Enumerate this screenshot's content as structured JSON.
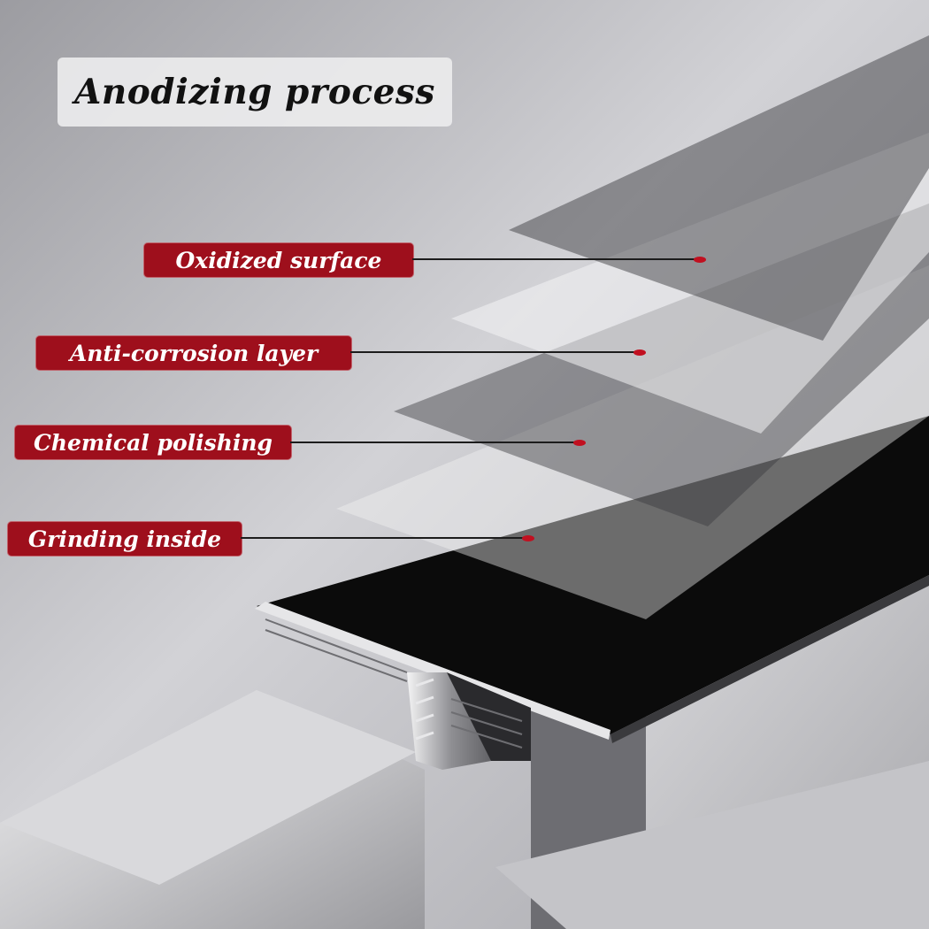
{
  "title": "Anodizing process",
  "layers": [
    {
      "label": "Oxidized surface"
    },
    {
      "label": "Anti-corrosion layer"
    },
    {
      "label": "Chemical polishing"
    },
    {
      "label": "Grinding inside"
    }
  ],
  "colors": {
    "label_background": "#9e0f1c",
    "label_text": "#ffffff",
    "pointer_dot": "#c11020",
    "profile_black": "#0b0b0b",
    "background": "#b9b9bd"
  }
}
